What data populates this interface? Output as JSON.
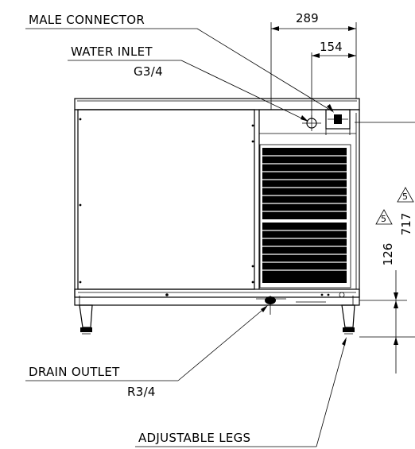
{
  "labels": {
    "male_connector": "MALE CONNECTOR",
    "water_inlet": "WATER INLET",
    "water_inlet_size": "G3/4",
    "drain_outlet": "DRAIN OUTLET",
    "drain_outlet_size": "R3/4",
    "adjustable_legs": "ADJUSTABLE LEGS"
  },
  "dimensions": {
    "width_top": "289",
    "width_inner": "154",
    "height_leg": "126",
    "height_total": "717"
  },
  "revision_marks": {
    "mark_a": "5",
    "mark_b": "5"
  }
}
